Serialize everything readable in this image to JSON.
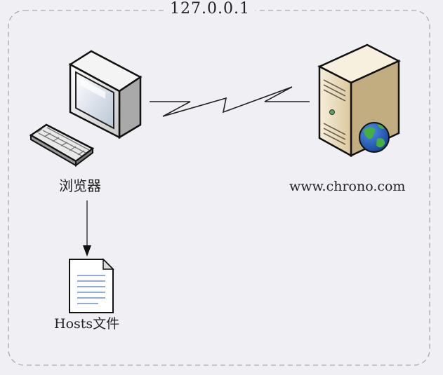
{
  "diagram": {
    "boundary_label": "127.0.0.1",
    "nodes": {
      "browser": {
        "label": "浏览器"
      },
      "server": {
        "label": "www.chrono.com"
      },
      "hosts": {
        "label": "Hosts文件"
      }
    }
  },
  "colors": {
    "background": "#f0eff4",
    "boundary": "#aaaaaa",
    "line": "#222222",
    "globe_ocean": "#1f5fc2",
    "globe_land": "#3fa33a",
    "server_body": "#e9dcc0",
    "document_lines": "#6f8fc8"
  }
}
